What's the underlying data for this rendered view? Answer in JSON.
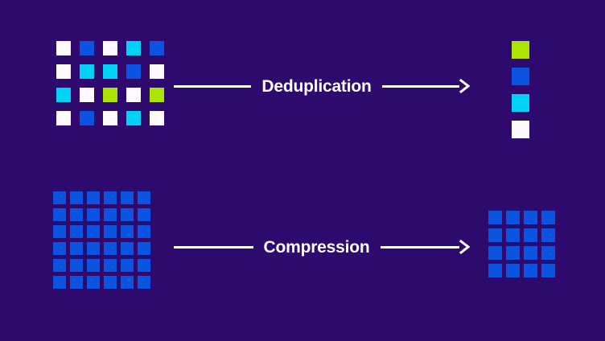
{
  "background_color": "#2e0a6e",
  "palette": {
    "white": "#fdfbff",
    "blue": "#0b54e0",
    "cyan": "#00d2f5",
    "lime": "#abe303",
    "line": "#ffffff"
  },
  "rows": [
    {
      "id": "deduplication",
      "label": "Deduplication",
      "arrow_icon": "arrow-right-icon",
      "source": {
        "name": "deduplication-source-grid",
        "columns": 5,
        "rows": 4,
        "cells": [
          "white",
          "blue",
          "white",
          "cyan",
          "blue",
          "white",
          "cyan",
          "cyan",
          "blue",
          "white",
          "cyan",
          "white",
          "lime",
          "white",
          "lime",
          "white",
          "blue",
          "white",
          "cyan",
          "white"
        ]
      },
      "result": {
        "name": "deduplication-result-grid",
        "columns": 1,
        "rows": 4,
        "cells": [
          "lime",
          "blue",
          "cyan",
          "white"
        ]
      }
    },
    {
      "id": "compression",
      "label": "Compression",
      "arrow_icon": "arrow-right-icon",
      "source": {
        "name": "compression-source-grid",
        "columns": 6,
        "rows": 6,
        "cells": [
          "blue",
          "blue",
          "blue",
          "blue",
          "blue",
          "blue",
          "blue",
          "blue",
          "blue",
          "blue",
          "blue",
          "blue",
          "blue",
          "blue",
          "blue",
          "blue",
          "blue",
          "blue",
          "blue",
          "blue",
          "blue",
          "blue",
          "blue",
          "blue",
          "blue",
          "blue",
          "blue",
          "blue",
          "blue",
          "blue",
          "blue",
          "blue",
          "blue",
          "blue",
          "blue",
          "blue"
        ]
      },
      "result": {
        "name": "compression-result-grid",
        "columns": 4,
        "rows": 4,
        "cells": [
          "blue",
          "blue",
          "blue",
          "blue",
          "blue",
          "blue",
          "blue",
          "blue",
          "blue",
          "blue",
          "blue",
          "blue",
          "blue",
          "blue",
          "blue",
          "blue"
        ]
      }
    }
  ]
}
